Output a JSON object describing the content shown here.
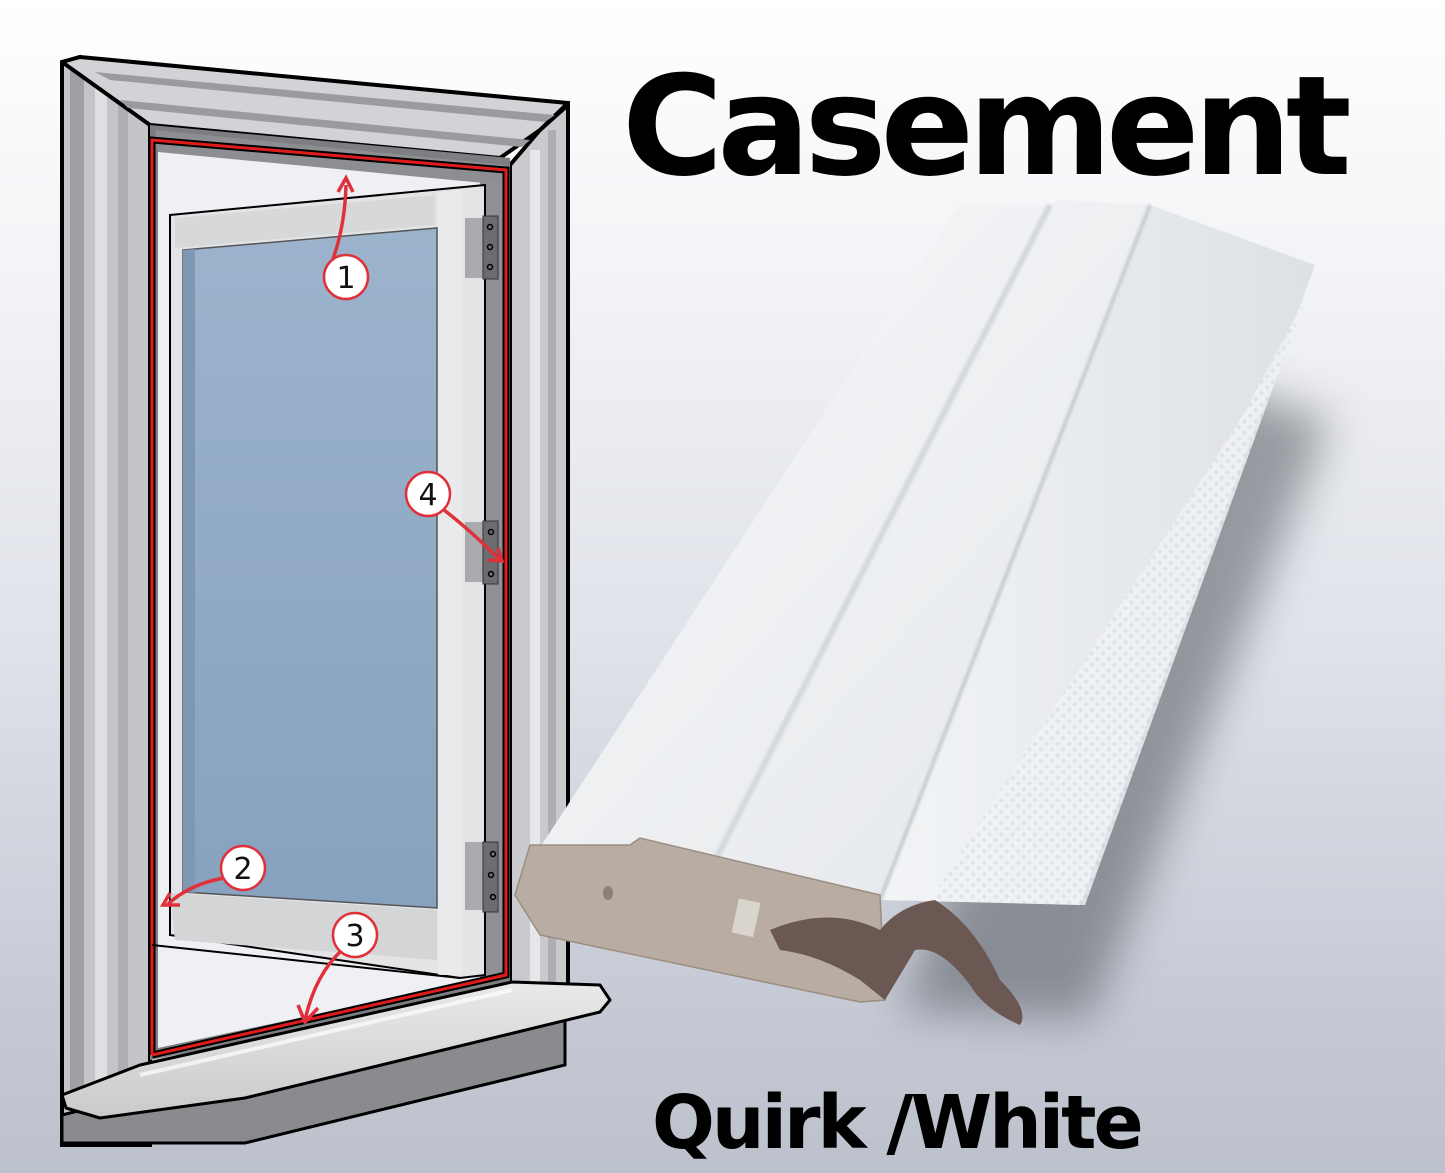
{
  "title": "Casement",
  "subtitle": "Quirk /White",
  "illustration": {
    "subject": "casement window with open sash",
    "seal_color": "#e01b1b",
    "glass_color": "#8fa9c4",
    "frame_color": "#d4d5d8",
    "callouts": [
      {
        "number": "1",
        "location": "top of frame"
      },
      {
        "number": "2",
        "location": "bottom-left of sash"
      },
      {
        "number": "3",
        "location": "sill / bottom of frame"
      },
      {
        "number": "4",
        "location": "hinge side of frame"
      }
    ]
  },
  "product": {
    "subject": "white casement draught-seal profile (quirk) with brown foam core and pile seal",
    "surface_color": "#eef0f3",
    "core_color": "#b9aca2",
    "pile_color": "#6b5853"
  },
  "colors": {
    "background_top": "#ffffff",
    "background_bottom": "#bcc1cc",
    "text": "#000000",
    "callout_stroke": "#e0313a"
  }
}
